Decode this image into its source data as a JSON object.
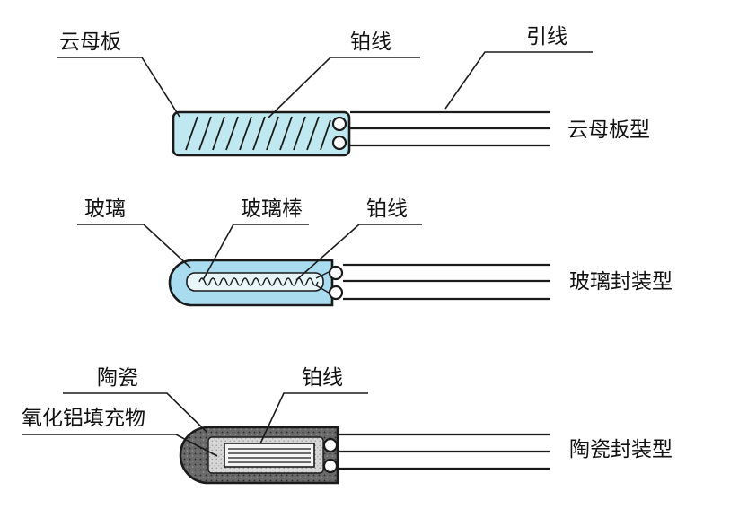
{
  "colors": {
    "line": "#1a1a1a",
    "mica_fill": "#bfe8f0",
    "glass_fill": "#a8dcee",
    "ceramic_fill": "#555555",
    "alumina_fill": "#c8c8c8"
  },
  "mica": {
    "mica_plate_label": "云母板",
    "platinum_wire_label": "铂线",
    "lead_wire_label": "引线",
    "type_label": "云母板型"
  },
  "glass": {
    "glass_label": "玻璃",
    "glass_rod_label": "玻璃棒",
    "platinum_wire_label": "铂线",
    "type_label": "玻璃封装型"
  },
  "ceramic": {
    "ceramic_label": "陶瓷",
    "alumina_label": "氧化铝填充物",
    "platinum_wire_label": "铂线",
    "type_label": "陶瓷封装型"
  }
}
